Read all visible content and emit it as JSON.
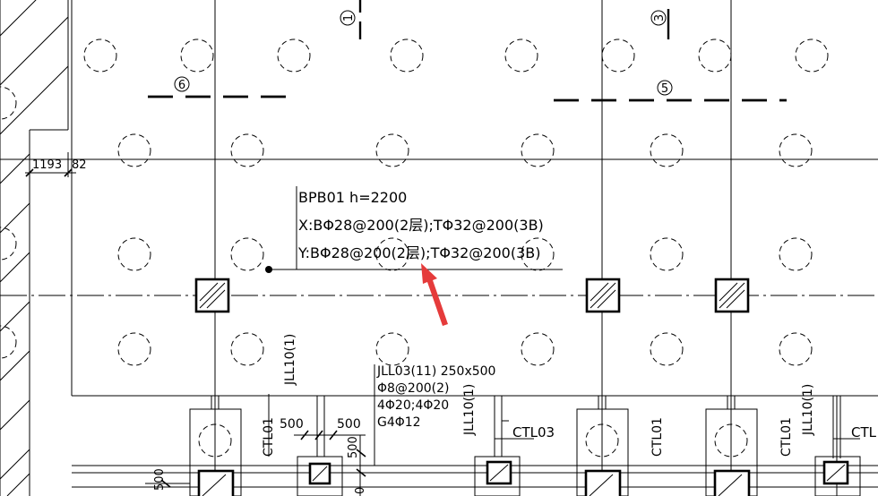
{
  "drawing": {
    "slab_label": {
      "line1": "BPB01 h=2200",
      "line2": "X:BΦ28@200(2层);TΦ32@200(3B)",
      "line3": "Y:BΦ28@200(2层);TΦ32@200(3B)"
    },
    "dim_1193": "1193",
    "dim_82": "82",
    "axis_1": "1",
    "axis_3": "3",
    "axis_5": "5",
    "axis_6": "6",
    "beam_jll03": {
      "line1": "JLL03(11) 250x500",
      "line2": "Φ8@200(2)",
      "line3": "4Φ20;4Φ20",
      "line4": "G4Φ12"
    },
    "beam_jll10_a": "JLL10(1)",
    "beam_jll10_b": "JLL10(1)",
    "beam_jll10_c": "JLL10(1)",
    "ctl01_a": "CTL01",
    "ctl01_b": "CTL01",
    "ctl01_c": "CTL01",
    "ctl03": "CTL03",
    "ctl_partial": "CTL",
    "dim_500_a": "500",
    "dim_500_b": "500",
    "dim_500_c": "500",
    "dim_500_d": "500",
    "dim_0": "0",
    "arrow_color": "#e53b3b"
  }
}
